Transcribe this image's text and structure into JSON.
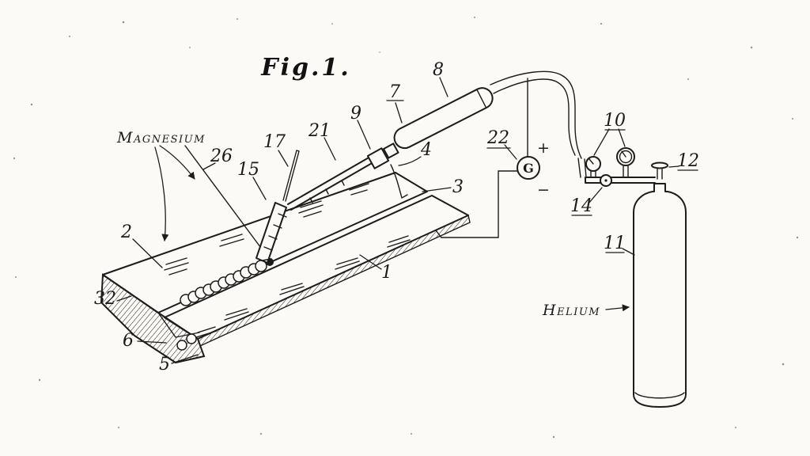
{
  "figure": {
    "title": "Fig.1."
  },
  "labels": {
    "magnesium": "Magnesium",
    "helium": "Helium"
  },
  "generator": {
    "symbol": "G",
    "positive": "+",
    "negative": "−"
  },
  "refs": {
    "n1": "1",
    "n2": "2",
    "n3": "3",
    "n4": "4",
    "n5": "5",
    "n6": "6",
    "n7": "7",
    "n8": "8",
    "n9": "9",
    "n10": "10",
    "n11": "11",
    "n12": "12",
    "n14": "14",
    "n15": "15",
    "n17": "17",
    "n21": "21",
    "n22": "22",
    "n26": "26",
    "n32": "32"
  }
}
